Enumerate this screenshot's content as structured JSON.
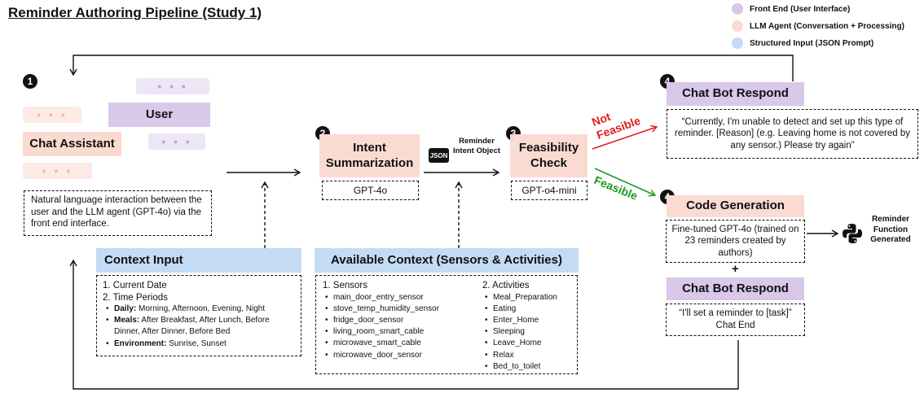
{
  "title": "Reminder Authoring Pipeline (Study 1)",
  "legend": [
    {
      "label": "Front End (User Interface)",
      "color": "#d9c8ea"
    },
    {
      "label": "LLM Agent (Conversation + Processing)",
      "color": "#fadbd2"
    },
    {
      "label": "Structured Input (JSON Prompt)",
      "color": "#c4dbf4"
    }
  ],
  "frontend": {
    "step": "1",
    "user_label": "User",
    "assistant_label": "Chat Assistant",
    "bubble_dots": "• • •",
    "description": "Natural language interaction between the user and the LLM agent (GPT-4o) via the front end interface."
  },
  "intent": {
    "step": "2",
    "label": "Intent Summarization",
    "model": "GPT-4o",
    "json_badge": "JSON",
    "object_label": "Reminder Intent Object"
  },
  "feasibility": {
    "step": "3",
    "label": "Feasibility Check",
    "model": "GPT-o4-mini",
    "not_feasible": "Not Feasible",
    "feasible": "Feasible"
  },
  "respond_fail": {
    "step": "4",
    "label": "Chat Bot Respond",
    "message": "“Currently, I'm unable to detect and set up this type of reminder. [Reason] (e.g. Leaving home is not covered by any sensor.) Please try again”"
  },
  "codegen": {
    "step": "4",
    "label": "Code Generation",
    "model": "Fine-tuned GPT-4o (trained on 23 reminders created by authors)",
    "plus": "+",
    "respond_label": "Chat Bot Respond",
    "respond_message_1": "“I'll set a reminder to [task]”",
    "respond_message_2": "Chat End",
    "output_label": "Reminder Function Generated",
    "python_icon": "python-icon"
  },
  "context_input": {
    "label": "Context Input",
    "item1": "1. Current Date",
    "item2": "2. Time Periods",
    "bullets": [
      {
        "bold": "Daily:",
        "text": " Morning, Afternoon, Evening, Night"
      },
      {
        "bold": "Meals:",
        "text": " After Breakfast, After Lunch, Before Dinner, After Dinner, Before Bed"
      },
      {
        "bold": "Environment:",
        "text": " Sunrise, Sunset"
      }
    ]
  },
  "available_context": {
    "label": "Available Context (Sensors & Activities)",
    "sensors_title": "1. Sensors",
    "sensors": [
      "main_door_entry_sensor",
      "stove_temp_humidity_sensor",
      "fridge_door_sensor",
      "living_room_smart_cable",
      "microwave_smart_cable",
      "microwave_door_sensor"
    ],
    "activities_title": "2. Activities",
    "activities": [
      "Meal_Preparation",
      "Eating",
      "Enter_Home",
      "Sleeping",
      "Leave_Home",
      "Relax",
      "Bed_to_toilet"
    ]
  }
}
